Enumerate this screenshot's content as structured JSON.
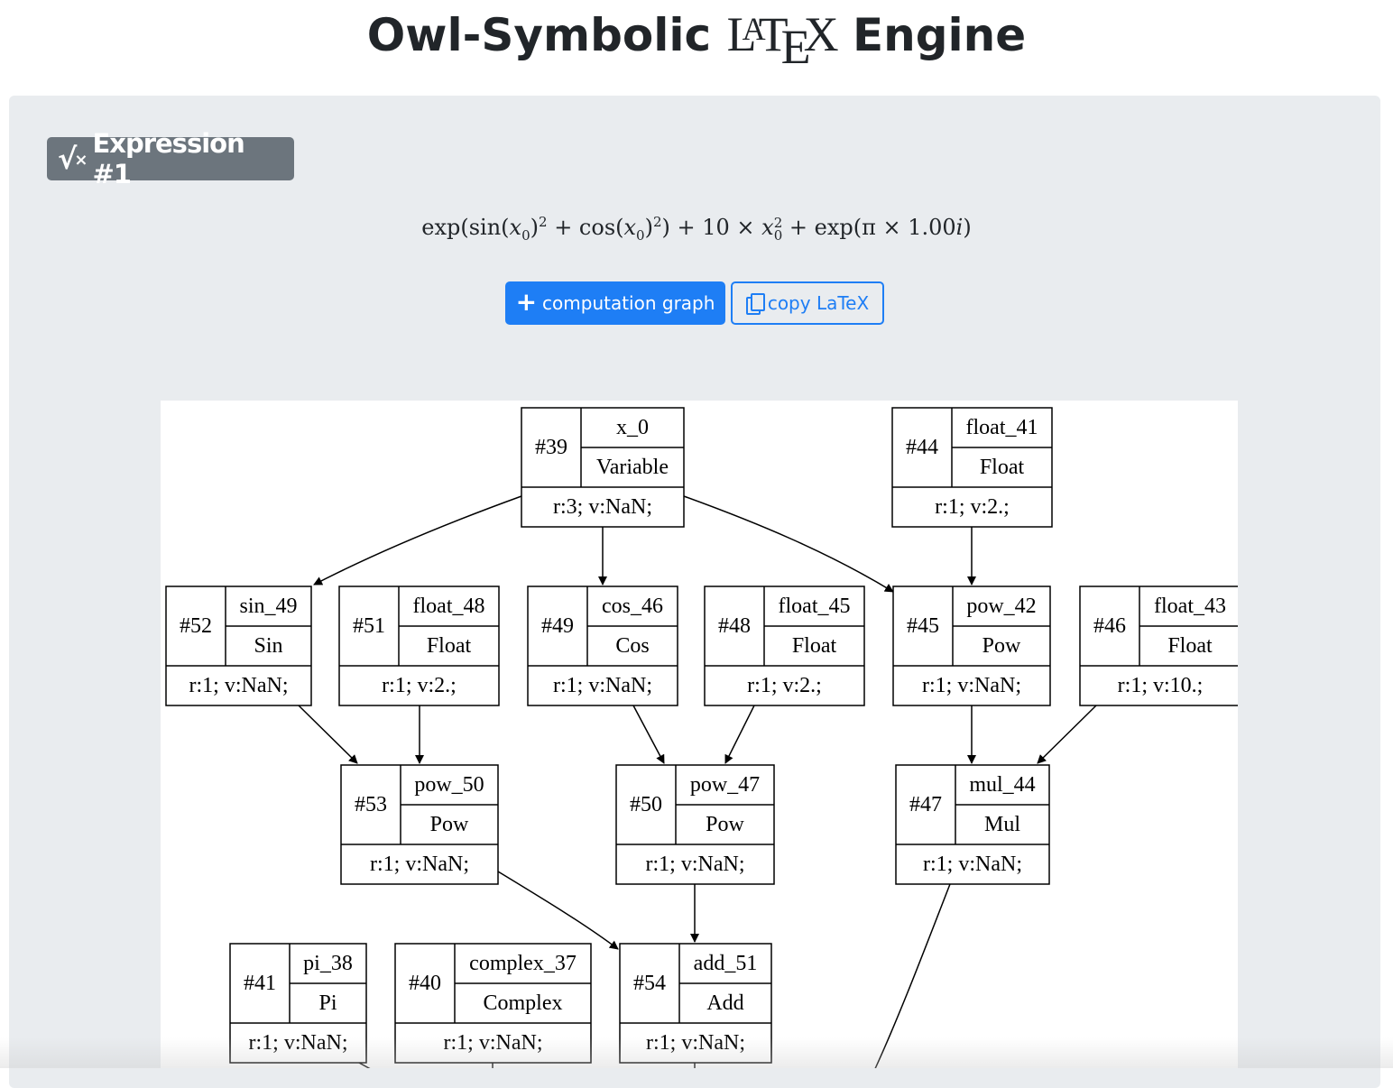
{
  "page": {
    "title_prefix": "Owl-Symbolic",
    "title_logo": {
      "l": "L",
      "a": "A",
      "t": "T",
      "e": "E",
      "x": "X"
    },
    "title_suffix": "Engine"
  },
  "expression": {
    "badge_label": "Expression #1",
    "badge_icon": "square-root-icon",
    "formula": {
      "p1": "exp(sin(",
      "x0a": "x",
      "s0a": "0",
      "p2": ")",
      "e2a": "2",
      "p3": " + cos(",
      "x0b": "x",
      "s0b": "0",
      "p4": ")",
      "e2b": "2",
      "p5": ") + 10 × ",
      "x0c": "x",
      "sup_c": "2",
      "sub_c": "0",
      "p6": " + exp(π × 1.00",
      "i": "i",
      "p7": ")"
    }
  },
  "buttons": {
    "graph_label": "computation graph",
    "graph_icon": "plus-icon",
    "copy_label": "copy LaTeX",
    "copy_icon": "clipboard-icon"
  },
  "graph": {
    "nodes": [
      {
        "id": "#39",
        "name": "x_0",
        "type": "Variable",
        "info": "r:3; v:NaN;"
      },
      {
        "id": "#44",
        "name": "float_41",
        "type": "Float",
        "info": "r:1; v:2.;"
      },
      {
        "id": "#52",
        "name": "sin_49",
        "type": "Sin",
        "info": "r:1; v:NaN;"
      },
      {
        "id": "#51",
        "name": "float_48",
        "type": "Float",
        "info": "r:1; v:2.;"
      },
      {
        "id": "#49",
        "name": "cos_46",
        "type": "Cos",
        "info": "r:1; v:NaN;"
      },
      {
        "id": "#48",
        "name": "float_45",
        "type": "Float",
        "info": "r:1; v:2.;"
      },
      {
        "id": "#45",
        "name": "pow_42",
        "type": "Pow",
        "info": "r:1; v:NaN;"
      },
      {
        "id": "#46",
        "name": "float_43",
        "type": "Float",
        "info": "r:1; v:10.;"
      },
      {
        "id": "#53",
        "name": "pow_50",
        "type": "Pow",
        "info": "r:1; v:NaN;"
      },
      {
        "id": "#50",
        "name": "pow_47",
        "type": "Pow",
        "info": "r:1; v:NaN;"
      },
      {
        "id": "#47",
        "name": "mul_44",
        "type": "Mul",
        "info": "r:1; v:NaN;"
      },
      {
        "id": "#41",
        "name": "pi_38",
        "type": "Pi",
        "info": "r:1; v:NaN;"
      },
      {
        "id": "#40",
        "name": "complex_37",
        "type": "Complex",
        "info": "r:1; v:NaN;"
      },
      {
        "id": "#54",
        "name": "add_51",
        "type": "Add",
        "info": "r:1; v:NaN;"
      }
    ],
    "edges": [
      [
        "#39",
        "#52"
      ],
      [
        "#39",
        "#49"
      ],
      [
        "#39",
        "#45"
      ],
      [
        "#44",
        "#45"
      ],
      [
        "#52",
        "#53"
      ],
      [
        "#51",
        "#53"
      ],
      [
        "#49",
        "#50"
      ],
      [
        "#48",
        "#50"
      ],
      [
        "#45",
        "#47"
      ],
      [
        "#46",
        "#47"
      ],
      [
        "#53",
        "#54"
      ],
      [
        "#50",
        "#54"
      ],
      [
        "#47",
        "continues-below"
      ],
      [
        "#41",
        "continues-below"
      ],
      [
        "#40",
        "continues-below"
      ],
      [
        "#54",
        "continues-below"
      ]
    ]
  }
}
